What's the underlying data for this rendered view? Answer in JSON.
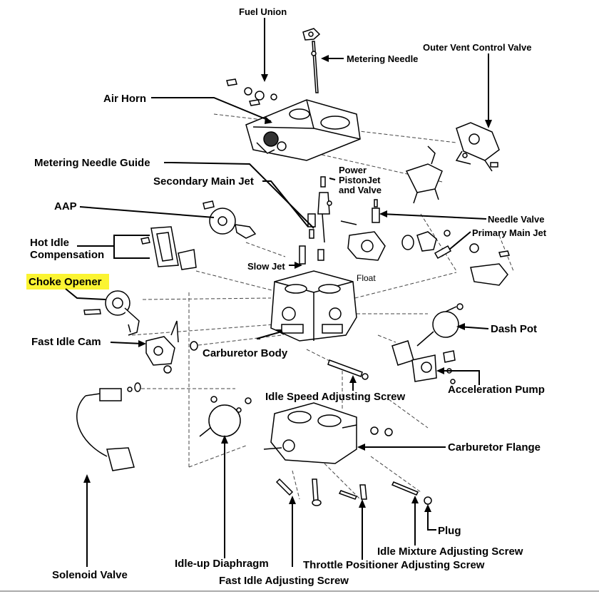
{
  "labels": {
    "fuel_union": "Fuel Union",
    "metering_needle": "Metering Needle",
    "outer_vent_control_valve": "Outer Vent Control Valve",
    "air_horn": "Air Horn",
    "metering_needle_guide": "Metering Needle Guide",
    "power_piston_jet_1": "Power",
    "power_piston_jet_2": "PistonJet",
    "power_piston_jet_3": "and Valve",
    "secondary_main_jet": "Secondary Main Jet",
    "aap": "AAP",
    "needle_valve": "Needle Valve",
    "primary_main_jet": "Primary Main Jet",
    "hot_idle_1": "Hot Idle",
    "hot_idle_2": "Compensation",
    "slow_jet": "Slow Jet",
    "float": "Float",
    "choke_opener": "Choke Opener",
    "dash_pot": "Dash Pot",
    "fast_idle_cam": "Fast Idle Cam",
    "carburetor_body": "Carburetor Body",
    "acceleration_pump": "Acceleration Pump",
    "idle_speed_adjusting_screw": "Idle Speed Adjusting Screw",
    "carburetor_flange": "Carburetor Flange",
    "plug": "Plug",
    "idle_mixture_adjusting_screw": "Idle Mixture Adjusting Screw",
    "idle_up_diaphragm": "Idle-up Diaphragm",
    "throttle_positioner_adjusting_screw": "Throttle Positioner Adjusting Screw",
    "solenoid_valve": "Solenoid Valve",
    "fast_idle_adjusting_screw": "Fast Idle Adjusting Screw"
  },
  "colors": {
    "highlight": "#fbf432",
    "ink": "#000000"
  }
}
